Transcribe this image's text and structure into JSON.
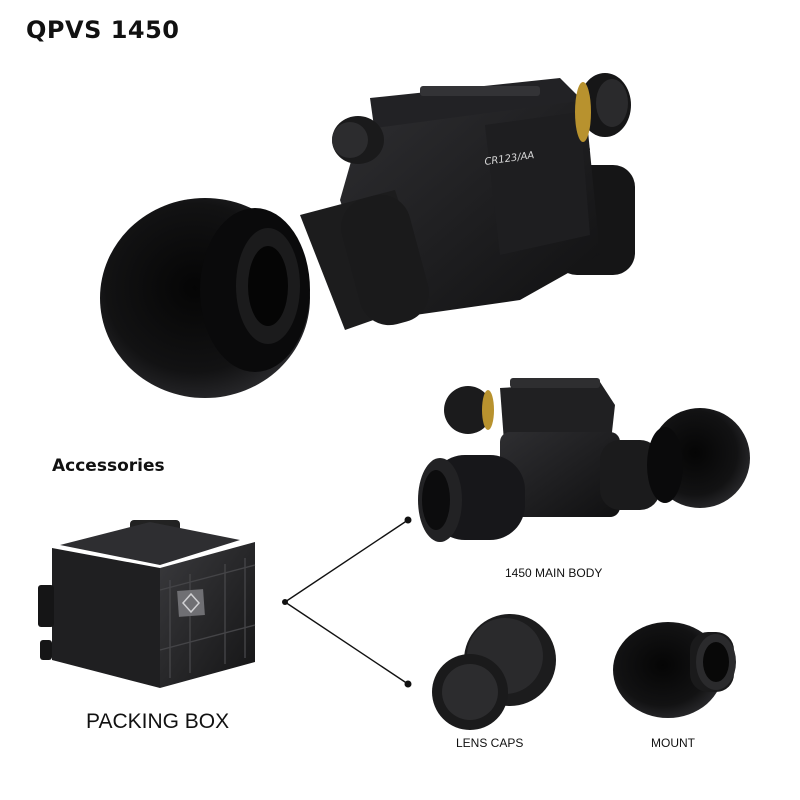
{
  "header": {
    "title": "QPVS 1450"
  },
  "accessories": {
    "heading": "Accessories"
  },
  "device": {
    "body_label": "CR123/AA"
  },
  "items": {
    "packing_box": "PACKING BOX",
    "main_body": "1450 MAIN BODY",
    "lens_caps": "LENS CAPS",
    "mount": "MOUNT"
  },
  "colors": {
    "device": "#1b1b1d",
    "brass_ring": "#b8922e",
    "line": "#111111"
  }
}
